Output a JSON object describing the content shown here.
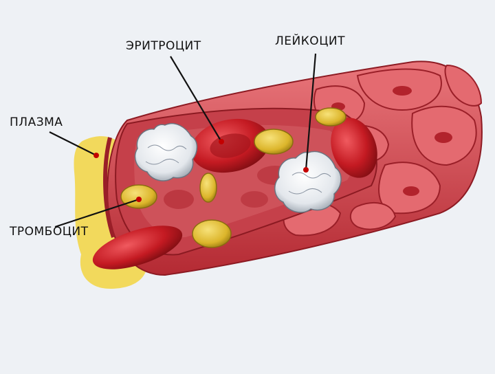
{
  "labels": {
    "erythrocyte": "ЭРИТРОЦИТ",
    "leukocyte": "ЛЕЙКОЦИТ",
    "plasma": "ПЛАЗМА",
    "platelet": "ТРОМБОЦИТ"
  },
  "colors": {
    "background": "#eef1f5",
    "vessel_outer": "#d94a52",
    "vessel_inner": "#c93a44",
    "vessel_wall_cells": "#e06068",
    "plasma_yellow": "#f2d64b",
    "red_cell": "#c41a22",
    "platelet": "#e8c53a",
    "white_cell": "#f4f6f8",
    "arrow": "#111111",
    "arrow_tip": "#c40000"
  }
}
